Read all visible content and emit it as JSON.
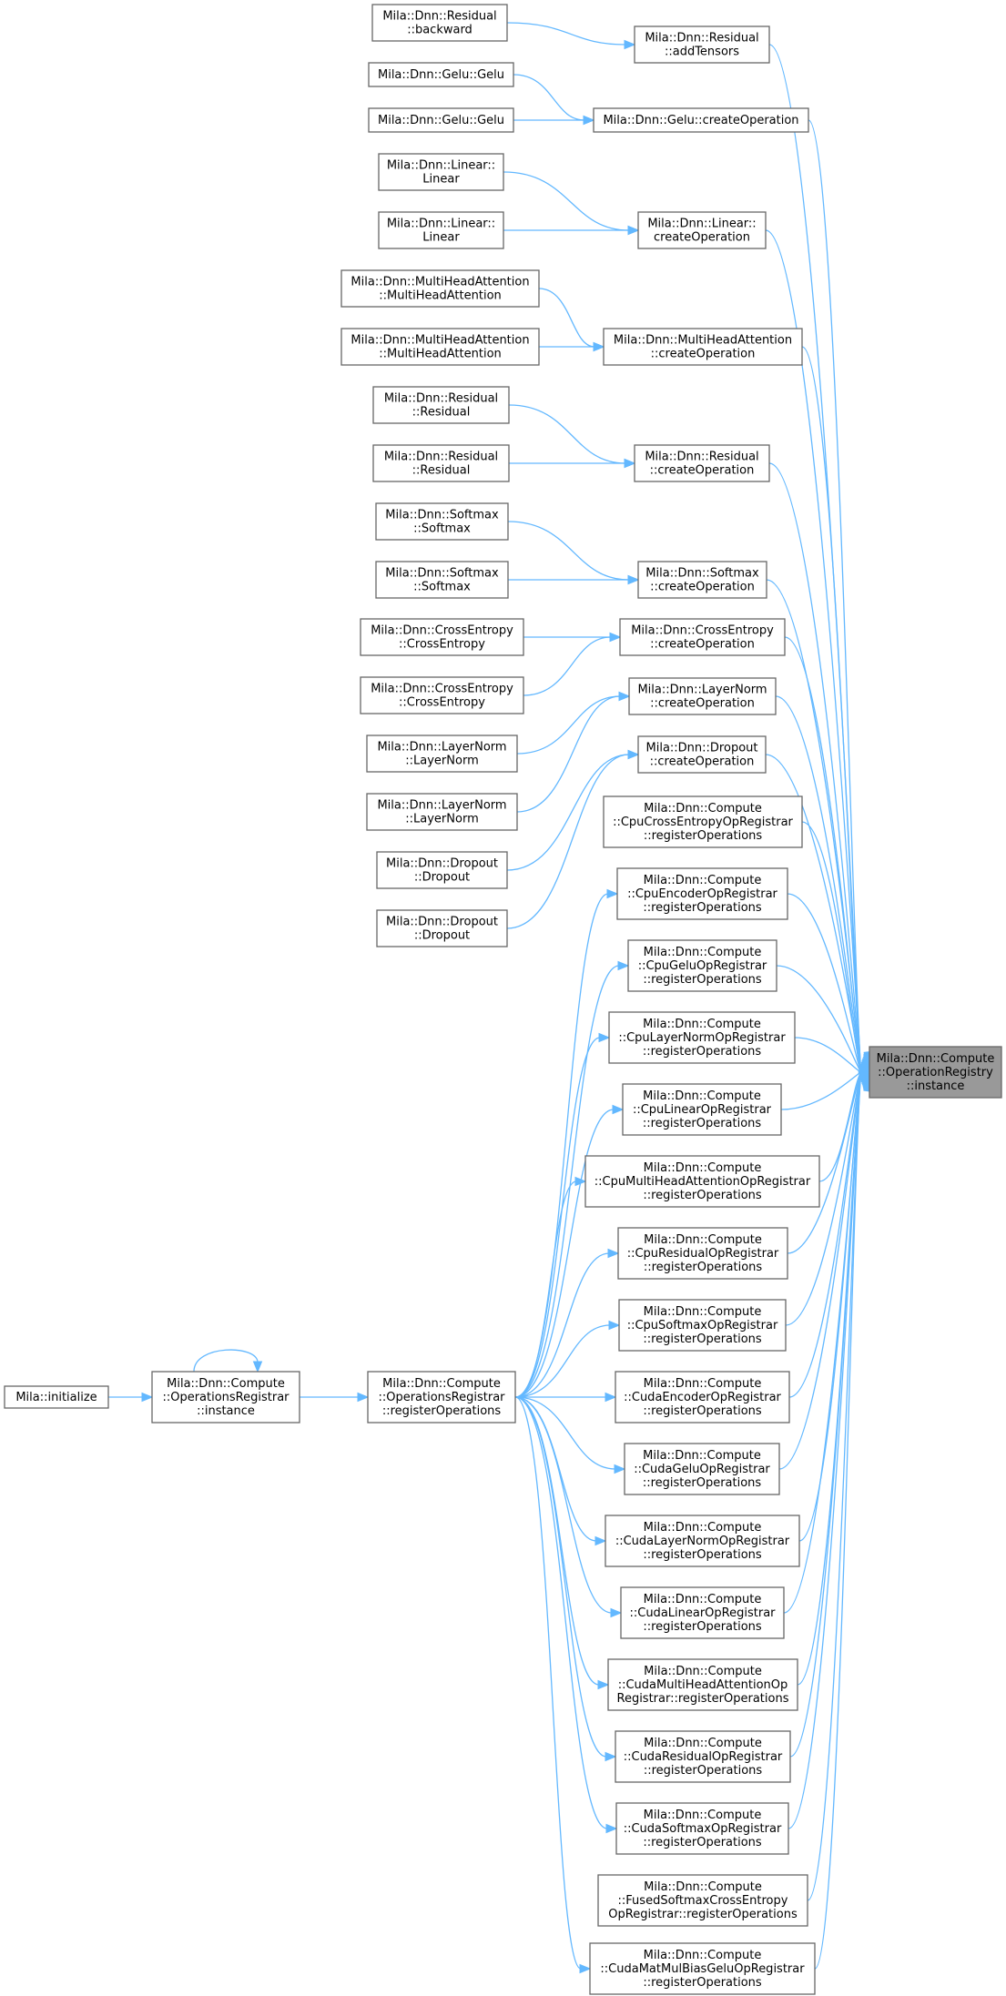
{
  "colors": {
    "edge": "#63b8ff",
    "node_border": "#666666",
    "node_fill": "#ffffff",
    "root_fill": "#999999"
  },
  "nodes": [
    {
      "id": "root",
      "lines": [
        "Mila::Dnn::Compute",
        "::OperationRegistry",
        "::instance"
      ]
    },
    {
      "id": "addTensors",
      "lines": [
        "Mila::Dnn::Residual",
        "::addTensors"
      ]
    },
    {
      "id": "backward",
      "lines": [
        "Mila::Dnn::Residual",
        "::backward"
      ]
    },
    {
      "id": "gelu_create",
      "lines": [
        "Mila::Dnn::Gelu::createOperation"
      ]
    },
    {
      "id": "gelu_ctor1",
      "lines": [
        "Mila::Dnn::Gelu::Gelu"
      ]
    },
    {
      "id": "gelu_ctor2",
      "lines": [
        "Mila::Dnn::Gelu::Gelu"
      ]
    },
    {
      "id": "linear_create",
      "lines": [
        "Mila::Dnn::Linear::",
        "createOperation"
      ]
    },
    {
      "id": "linear_ctor1",
      "lines": [
        "Mila::Dnn::Linear::",
        "Linear"
      ]
    },
    {
      "id": "linear_ctor2",
      "lines": [
        "Mila::Dnn::Linear::",
        "Linear"
      ]
    },
    {
      "id": "mha_create",
      "lines": [
        "Mila::Dnn::MultiHeadAttention",
        "::createOperation"
      ]
    },
    {
      "id": "mha_ctor1",
      "lines": [
        "Mila::Dnn::MultiHeadAttention",
        "::MultiHeadAttention"
      ]
    },
    {
      "id": "mha_ctor2",
      "lines": [
        "Mila::Dnn::MultiHeadAttention",
        "::MultiHeadAttention"
      ]
    },
    {
      "id": "residual_create",
      "lines": [
        "Mila::Dnn::Residual",
        "::createOperation"
      ]
    },
    {
      "id": "residual_ctor1",
      "lines": [
        "Mila::Dnn::Residual",
        "::Residual"
      ]
    },
    {
      "id": "residual_ctor2",
      "lines": [
        "Mila::Dnn::Residual",
        "::Residual"
      ]
    },
    {
      "id": "softmax_create",
      "lines": [
        "Mila::Dnn::Softmax",
        "::createOperation"
      ]
    },
    {
      "id": "softmax_ctor1",
      "lines": [
        "Mila::Dnn::Softmax",
        "::Softmax"
      ]
    },
    {
      "id": "softmax_ctor2",
      "lines": [
        "Mila::Dnn::Softmax",
        "::Softmax"
      ]
    },
    {
      "id": "ce_create",
      "lines": [
        "Mila::Dnn::CrossEntropy",
        "::createOperation"
      ]
    },
    {
      "id": "ce_ctor1",
      "lines": [
        "Mila::Dnn::CrossEntropy",
        "::CrossEntropy"
      ]
    },
    {
      "id": "ce_ctor2",
      "lines": [
        "Mila::Dnn::CrossEntropy",
        "::CrossEntropy"
      ]
    },
    {
      "id": "ln_create",
      "lines": [
        "Mila::Dnn::LayerNorm",
        "::createOperation"
      ]
    },
    {
      "id": "ln_ctor1",
      "lines": [
        "Mila::Dnn::LayerNorm",
        "::LayerNorm"
      ]
    },
    {
      "id": "ln_ctor2",
      "lines": [
        "Mila::Dnn::LayerNorm",
        "::LayerNorm"
      ]
    },
    {
      "id": "dropout_create",
      "lines": [
        "Mila::Dnn::Dropout",
        "::createOperation"
      ]
    },
    {
      "id": "dropout_ctor1",
      "lines": [
        "Mila::Dnn::Dropout",
        "::Dropout"
      ]
    },
    {
      "id": "dropout_ctor2",
      "lines": [
        "Mila::Dnn::Dropout",
        "::Dropout"
      ]
    },
    {
      "id": "cpu_ce",
      "lines": [
        "Mila::Dnn::Compute",
        "::CpuCrossEntropyOpRegistrar",
        "::registerOperations"
      ]
    },
    {
      "id": "cpu_enc",
      "lines": [
        "Mila::Dnn::Compute",
        "::CpuEncoderOpRegistrar",
        "::registerOperations"
      ]
    },
    {
      "id": "cpu_gelu",
      "lines": [
        "Mila::Dnn::Compute",
        "::CpuGeluOpRegistrar",
        "::registerOperations"
      ]
    },
    {
      "id": "cpu_ln",
      "lines": [
        "Mila::Dnn::Compute",
        "::CpuLayerNormOpRegistrar",
        "::registerOperations"
      ]
    },
    {
      "id": "cpu_lin",
      "lines": [
        "Mila::Dnn::Compute",
        "::CpuLinearOpRegistrar",
        "::registerOperations"
      ]
    },
    {
      "id": "cpu_mha",
      "lines": [
        "Mila::Dnn::Compute",
        "::CpuMultiHeadAttentionOpRegistrar",
        "::registerOperations"
      ]
    },
    {
      "id": "cpu_res",
      "lines": [
        "Mila::Dnn::Compute",
        "::CpuResidualOpRegistrar",
        "::registerOperations"
      ]
    },
    {
      "id": "cpu_soft",
      "lines": [
        "Mila::Dnn::Compute",
        "::CpuSoftmaxOpRegistrar",
        "::registerOperations"
      ]
    },
    {
      "id": "cuda_enc",
      "lines": [
        "Mila::Dnn::Compute",
        "::CudaEncoderOpRegistrar",
        "::registerOperations"
      ]
    },
    {
      "id": "cuda_gelu",
      "lines": [
        "Mila::Dnn::Compute",
        "::CudaGeluOpRegistrar",
        "::registerOperations"
      ]
    },
    {
      "id": "cuda_ln",
      "lines": [
        "Mila::Dnn::Compute",
        "::CudaLayerNormOpRegistrar",
        "::registerOperations"
      ]
    },
    {
      "id": "cuda_lin",
      "lines": [
        "Mila::Dnn::Compute",
        "::CudaLinearOpRegistrar",
        "::registerOperations"
      ]
    },
    {
      "id": "cuda_mha",
      "lines": [
        "Mila::Dnn::Compute",
        "::CudaMultiHeadAttentionOp",
        "Registrar::registerOperations"
      ]
    },
    {
      "id": "cuda_res",
      "lines": [
        "Mila::Dnn::Compute",
        "::CudaResidualOpRegistrar",
        "::registerOperations"
      ]
    },
    {
      "id": "cuda_soft",
      "lines": [
        "Mila::Dnn::Compute",
        "::CudaSoftmaxOpRegistrar",
        "::registerOperations"
      ]
    },
    {
      "id": "fused",
      "lines": [
        "Mila::Dnn::Compute",
        "::FusedSoftmaxCrossEntropy",
        "OpRegistrar::registerOperations"
      ]
    },
    {
      "id": "cuda_mm",
      "lines": [
        "Mila::Dnn::Compute",
        "::CudaMatMulBiasGeluOpRegistrar",
        "::registerOperations"
      ]
    },
    {
      "id": "ops_reg",
      "lines": [
        "Mila::Dnn::Compute",
        "::OperationsRegistrar",
        "::registerOperations"
      ]
    },
    {
      "id": "ops_inst",
      "lines": [
        "Mila::Dnn::Compute",
        "::OperationsRegistrar",
        "::instance"
      ]
    },
    {
      "id": "init",
      "lines": [
        "Mila::initialize"
      ]
    }
  ],
  "edges": [
    [
      "backward",
      "addTensors"
    ],
    [
      "addTensors",
      "root"
    ],
    [
      "gelu_ctor1",
      "gelu_create"
    ],
    [
      "gelu_ctor2",
      "gelu_create"
    ],
    [
      "gelu_create",
      "root"
    ],
    [
      "linear_ctor1",
      "linear_create"
    ],
    [
      "linear_ctor2",
      "linear_create"
    ],
    [
      "linear_create",
      "root"
    ],
    [
      "mha_ctor1",
      "mha_create"
    ],
    [
      "mha_ctor2",
      "mha_create"
    ],
    [
      "mha_create",
      "root"
    ],
    [
      "residual_ctor1",
      "residual_create"
    ],
    [
      "residual_ctor2",
      "residual_create"
    ],
    [
      "residual_create",
      "root"
    ],
    [
      "softmax_ctor1",
      "softmax_create"
    ],
    [
      "softmax_ctor2",
      "softmax_create"
    ],
    [
      "softmax_create",
      "root"
    ],
    [
      "ce_ctor1",
      "ce_create"
    ],
    [
      "ce_ctor2",
      "ce_create"
    ],
    [
      "ce_create",
      "root"
    ],
    [
      "ln_ctor1",
      "ln_create"
    ],
    [
      "ln_ctor2",
      "ln_create"
    ],
    [
      "ln_create",
      "root"
    ],
    [
      "dropout_ctor1",
      "dropout_create"
    ],
    [
      "dropout_ctor2",
      "dropout_create"
    ],
    [
      "dropout_create",
      "root"
    ],
    [
      "cpu_ce",
      "root"
    ],
    [
      "cpu_enc",
      "root"
    ],
    [
      "cpu_gelu",
      "root"
    ],
    [
      "cpu_ln",
      "root"
    ],
    [
      "cpu_lin",
      "root"
    ],
    [
      "cpu_mha",
      "root"
    ],
    [
      "cpu_res",
      "root"
    ],
    [
      "cpu_soft",
      "root"
    ],
    [
      "cuda_enc",
      "root"
    ],
    [
      "cuda_gelu",
      "root"
    ],
    [
      "cuda_ln",
      "root"
    ],
    [
      "cuda_lin",
      "root"
    ],
    [
      "cuda_mha",
      "root"
    ],
    [
      "cuda_res",
      "root"
    ],
    [
      "cuda_soft",
      "root"
    ],
    [
      "fused",
      "root"
    ],
    [
      "cuda_mm",
      "root"
    ],
    [
      "ops_reg",
      "cpu_enc"
    ],
    [
      "ops_reg",
      "cpu_gelu"
    ],
    [
      "ops_reg",
      "cpu_ln"
    ],
    [
      "ops_reg",
      "cpu_lin"
    ],
    [
      "ops_reg",
      "cpu_mha"
    ],
    [
      "ops_reg",
      "cpu_res"
    ],
    [
      "ops_reg",
      "cpu_soft"
    ],
    [
      "ops_reg",
      "cuda_enc"
    ],
    [
      "ops_reg",
      "cuda_gelu"
    ],
    [
      "ops_reg",
      "cuda_ln"
    ],
    [
      "ops_reg",
      "cuda_lin"
    ],
    [
      "ops_reg",
      "cuda_mha"
    ],
    [
      "ops_reg",
      "cuda_res"
    ],
    [
      "ops_reg",
      "cuda_soft"
    ],
    [
      "ops_reg",
      "cuda_mm"
    ],
    [
      "ops_inst",
      "ops_reg"
    ],
    [
      "ops_inst",
      "ops_inst"
    ],
    [
      "init",
      "ops_inst"
    ]
  ]
}
